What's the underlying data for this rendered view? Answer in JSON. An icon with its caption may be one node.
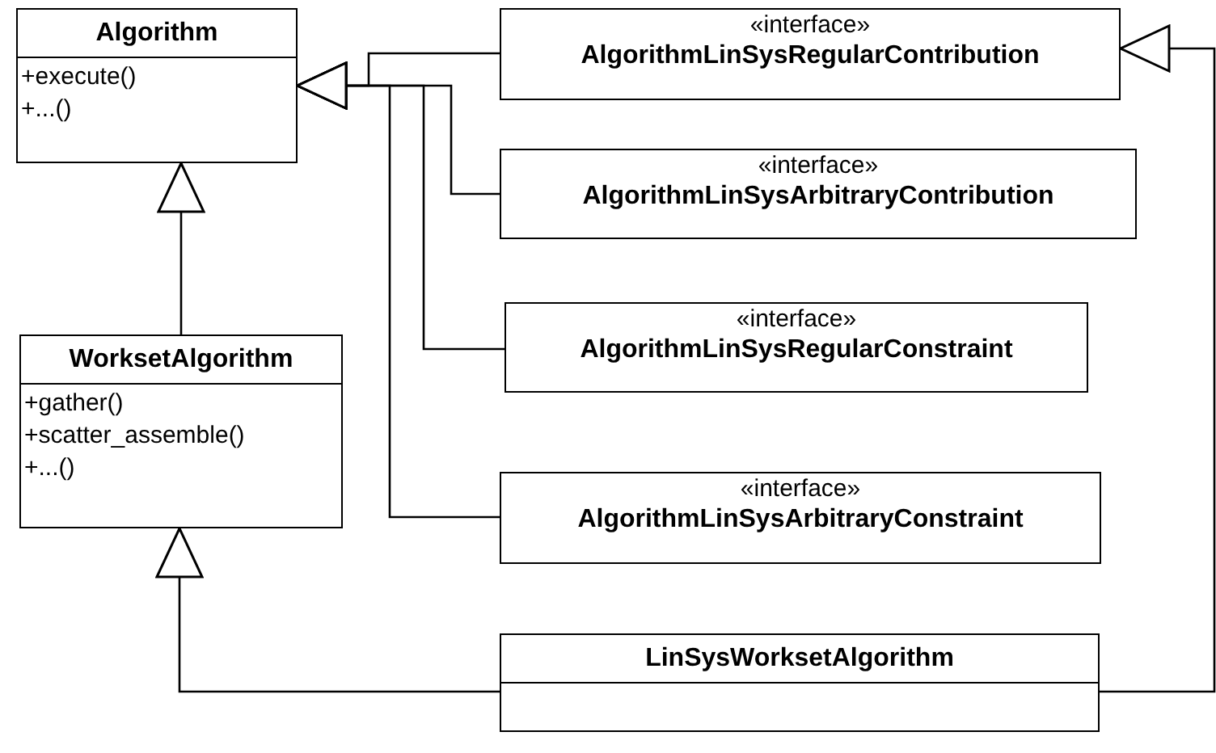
{
  "diagram": {
    "nodes": [
      {
        "text": [
          "Algorithm",
          "+execute()",
          "+...()"
        ]
      },
      {
        "text": [
          "«interface»",
          "AlgorithmLinSysRegularContribution"
        ]
      },
      {
        "text": [
          "«interface»",
          "AlgorithmLinSysArbitraryContribution"
        ]
      },
      {
        "text": [
          "WorksetAlgorithm",
          "+gather()",
          "+scatter_assemble()",
          "+...()"
        ]
      },
      {
        "text": [
          "«interface»",
          "AlgorithmLinSysRegularConstraint"
        ]
      },
      {
        "text": [
          "«interface»",
          "AlgorithmLinSysArbitraryConstraint"
        ]
      },
      {
        "text": [
          "LinSysWorksetAlgorithm"
        ]
      }
    ],
    "edges": [
      {
        "from": 1,
        "to": 0,
        "arrow": "to"
      },
      {
        "from": 2,
        "to": 0,
        "arrow": "to"
      },
      {
        "from": 4,
        "to": 0,
        "arrow": "to"
      },
      {
        "from": 5,
        "to": 0,
        "arrow": "to"
      },
      {
        "from": 3,
        "to": 0,
        "arrow": "to"
      },
      {
        "from": 6,
        "to": 3,
        "arrow": "to"
      },
      {
        "from": 6,
        "to": 1,
        "arrow": "to"
      }
    ]
  }
}
